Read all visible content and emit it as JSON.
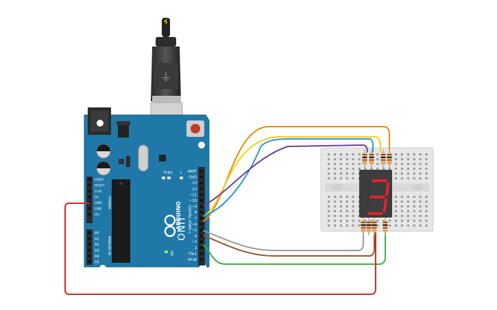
{
  "board": {
    "logo_text": "ARDUINO",
    "model_text": "UNO",
    "on_label": "ON",
    "tx_label": "TX",
    "rx_label": "RX",
    "l_label": "L",
    "digital_label": "DIGITAL (PWM~)",
    "power_label": "POWER",
    "analog_label": "ANALOG IN",
    "digital_pins": [
      "AREF",
      "GND",
      "13",
      "12",
      "~11",
      "~10",
      "~9",
      "8",
      "7",
      "~6",
      "~5",
      "4",
      "~3",
      "2",
      "TX▸1",
      "RX◂0"
    ],
    "power_pins": [
      "IOREF",
      "RESET",
      "3.3V",
      "5V",
      "GND",
      "GND",
      "Vin"
    ],
    "analog_pins": [
      "A0",
      "A1",
      "A2",
      "A3",
      "A4",
      "A5"
    ]
  },
  "display": {
    "digit": "3",
    "segment_on_color": "#e8202c",
    "segment_off_color": "#3a3a3a"
  },
  "wire_colors": {
    "orange": "#e8890c",
    "yellow": "#f2d10f",
    "blue": "#2a96d6",
    "purple": "#6c3f99",
    "gray": "#9a9a9a",
    "brown": "#8b5a2b",
    "green": "#3fae3a",
    "red": "#d92424"
  }
}
